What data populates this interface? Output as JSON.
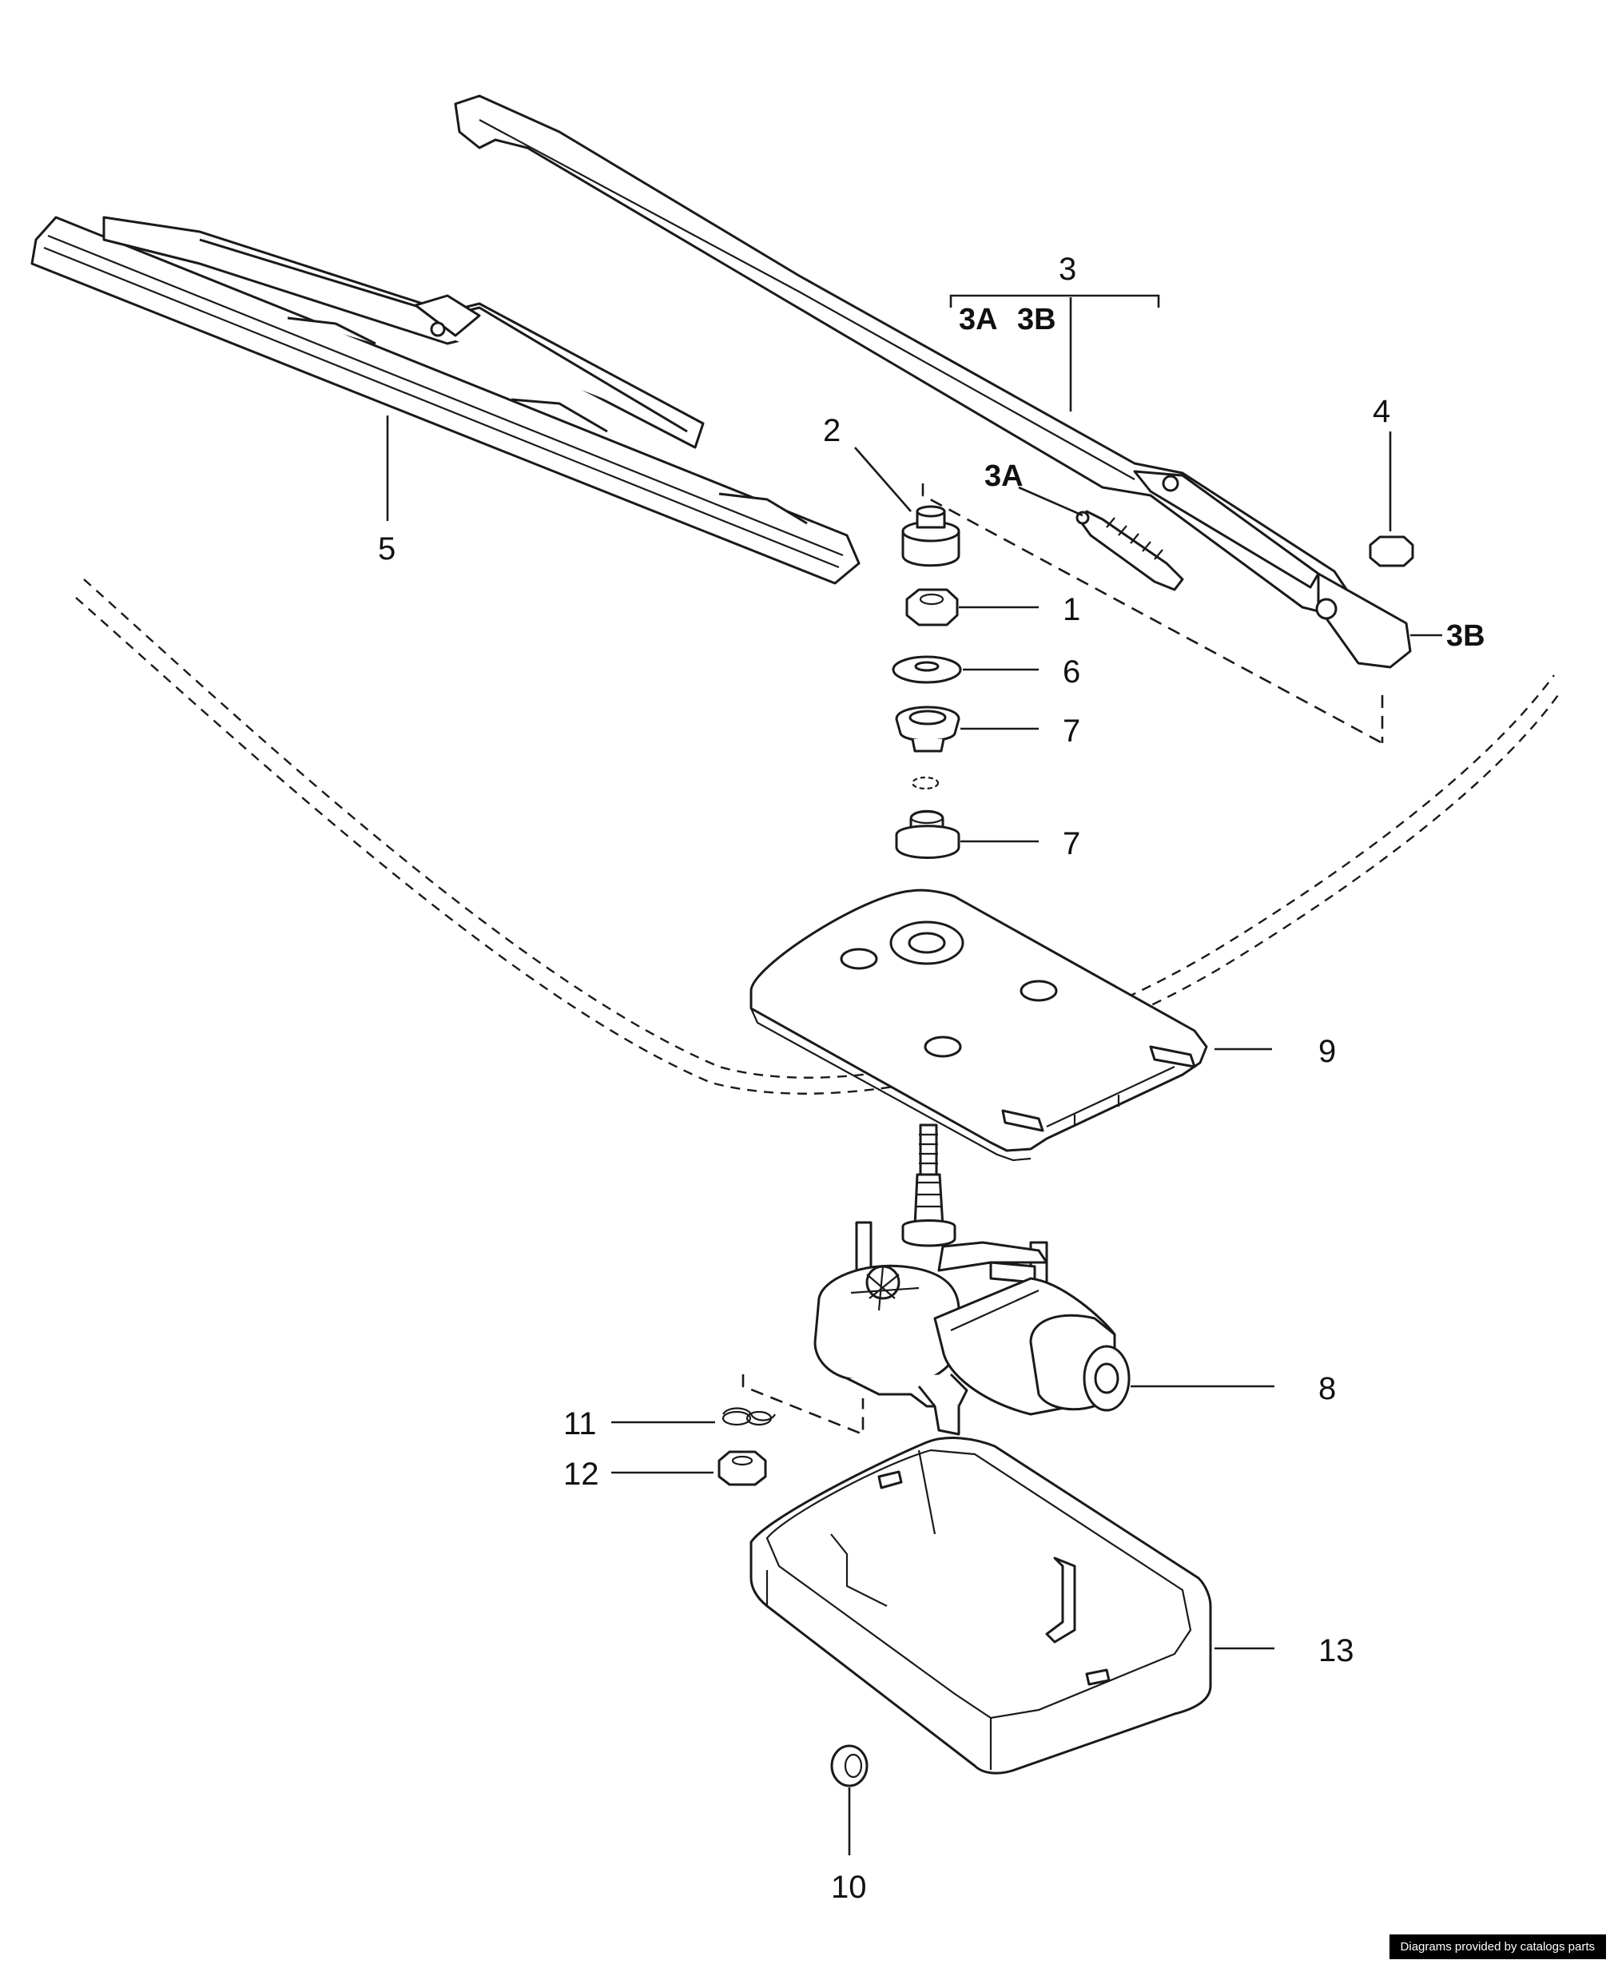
{
  "callouts": {
    "c1": "1",
    "c2": "2",
    "c3": "3",
    "c3a_group": "3A",
    "c3b_group": "3B",
    "c3a": "3A",
    "c3b": "3B",
    "c4": "4",
    "c5": "5",
    "c6": "6",
    "c7a": "7",
    "c7b": "7",
    "c8": "8",
    "c9": "9",
    "c10": "10",
    "c11": "11",
    "c12": "12",
    "c13": "13"
  },
  "footer": {
    "credit": "Diagrams provided by catalogs parts"
  }
}
